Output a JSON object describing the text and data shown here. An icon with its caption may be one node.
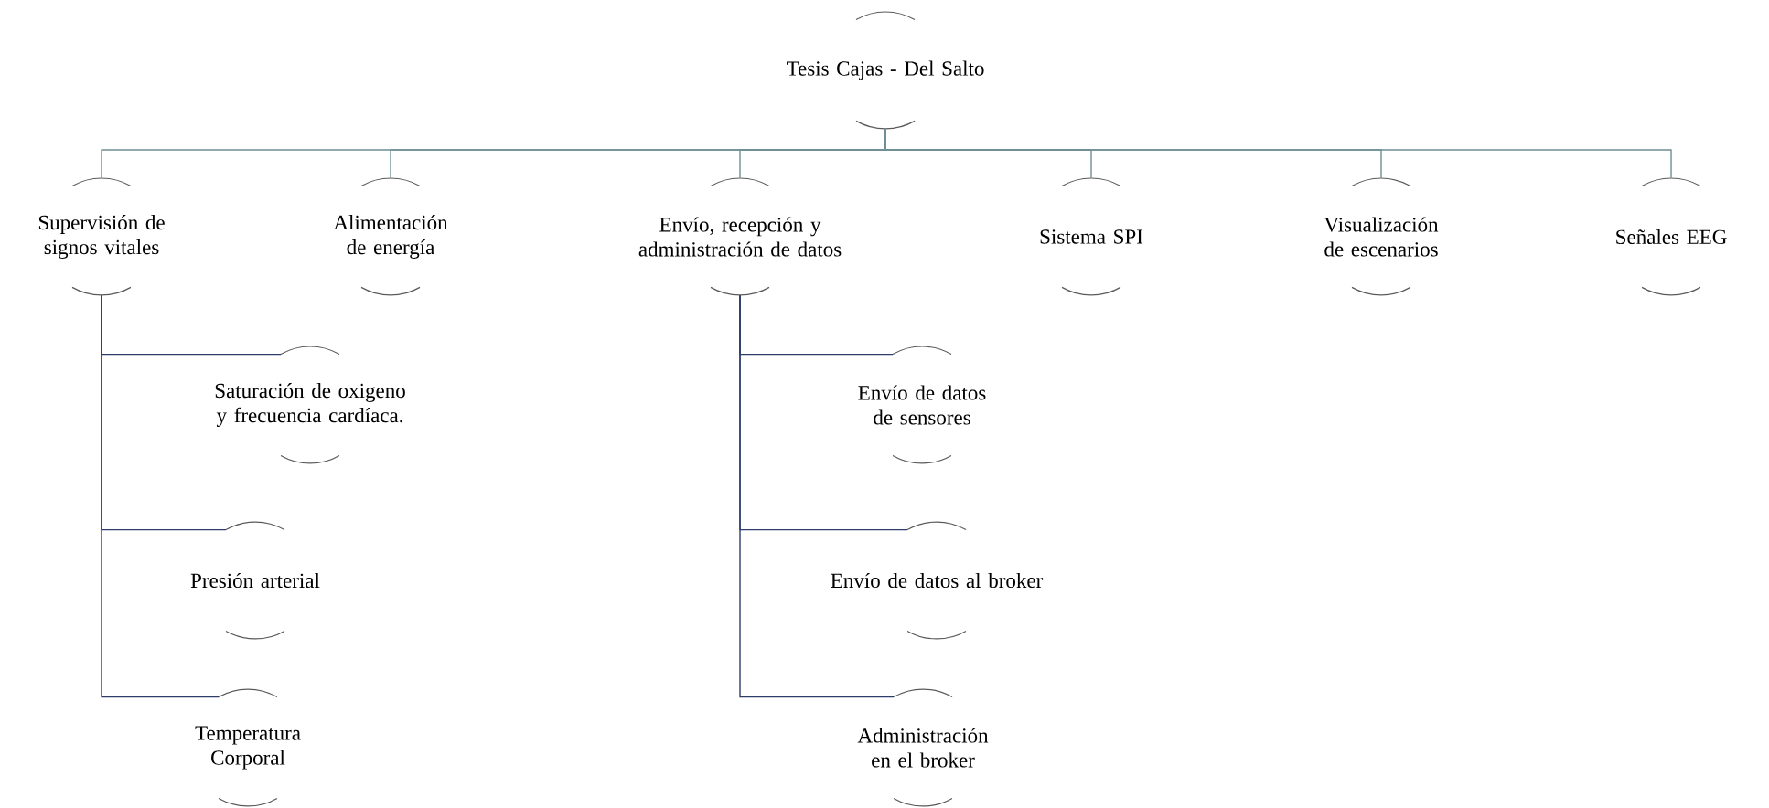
{
  "diagram": {
    "nodes": [
      {
        "text": [
          "Tesis Cajas - Del Salto"
        ]
      },
      {
        "text": [
          "Supervisión de signos vitales"
        ]
      },
      {
        "text": [
          "Alimentación de energía"
        ]
      },
      {
        "text": [
          "Envío, recepción y administración de datos"
        ]
      },
      {
        "text": [
          "Sistema SPI"
        ]
      },
      {
        "text": [
          "Visualización de escenarios"
        ]
      },
      {
        "text": [
          "Señales EEG"
        ]
      },
      {
        "text": [
          "Saturación de oxigeno y frecuencia cardíaca."
        ]
      },
      {
        "text": [
          "Presión arterial"
        ]
      },
      {
        "text": [
          "Temperatura Corporal"
        ]
      },
      {
        "text": [
          "Envío de datos de sensores"
        ]
      },
      {
        "text": [
          "Envío de datos al broker"
        ]
      },
      {
        "text": [
          "Administración en el broker"
        ]
      }
    ],
    "edges": [
      {
        "from": 0,
        "to": 1,
        "arrow": "none"
      },
      {
        "from": 0,
        "to": 2,
        "arrow": "none"
      },
      {
        "from": 0,
        "to": 3,
        "arrow": "none"
      },
      {
        "from": 0,
        "to": 4,
        "arrow": "none"
      },
      {
        "from": 0,
        "to": 5,
        "arrow": "none"
      },
      {
        "from": 0,
        "to": 6,
        "arrow": "none"
      },
      {
        "from": 1,
        "to": 7,
        "arrow": "none",
        "color": "#2f3d6b"
      },
      {
        "from": 1,
        "to": 8,
        "arrow": "none",
        "color": "#2f3d6b"
      },
      {
        "from": 1,
        "to": 9,
        "arrow": "none",
        "color": "#2f3d6b"
      },
      {
        "from": 3,
        "to": 10,
        "arrow": "none",
        "color": "#2f3d6b"
      },
      {
        "from": 3,
        "to": 11,
        "arrow": "none",
        "color": "#2f3d6b"
      },
      {
        "from": 3,
        "to": 12,
        "arrow": "none",
        "color": "#2f3d6b"
      }
    ]
  }
}
